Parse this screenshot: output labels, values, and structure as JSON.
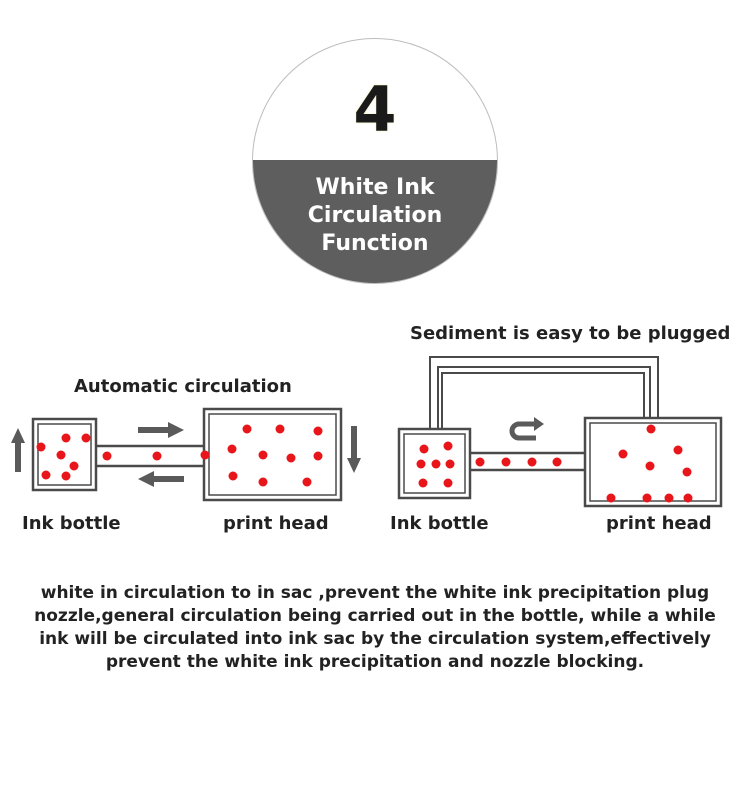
{
  "badge": {
    "number": "4",
    "title": "White Ink\nCirculation\nFunction"
  },
  "left_diagram": {
    "caption": "Automatic circulation",
    "bottle_label": "Ink bottle",
    "head_label": "print head"
  },
  "right_diagram": {
    "caption": "Sediment is easy to be plugged",
    "bottle_label": "Ink bottle",
    "head_label": "print head"
  },
  "description": [
    "white in circulation to in sac ,prevent the white ink precipitation plug",
    "nozzle,general circulation being carried out in the bottle, while a while",
    "ink will be circulated into ink sac by the circulation system,effectively",
    "prevent the white ink precipitation and nozzle blocking."
  ],
  "colors": {
    "ink_dot": "#e8161a",
    "arrow": "#5a5a5a",
    "outline": "#4a4a4a",
    "badge_lower": "#5e5e5e"
  }
}
